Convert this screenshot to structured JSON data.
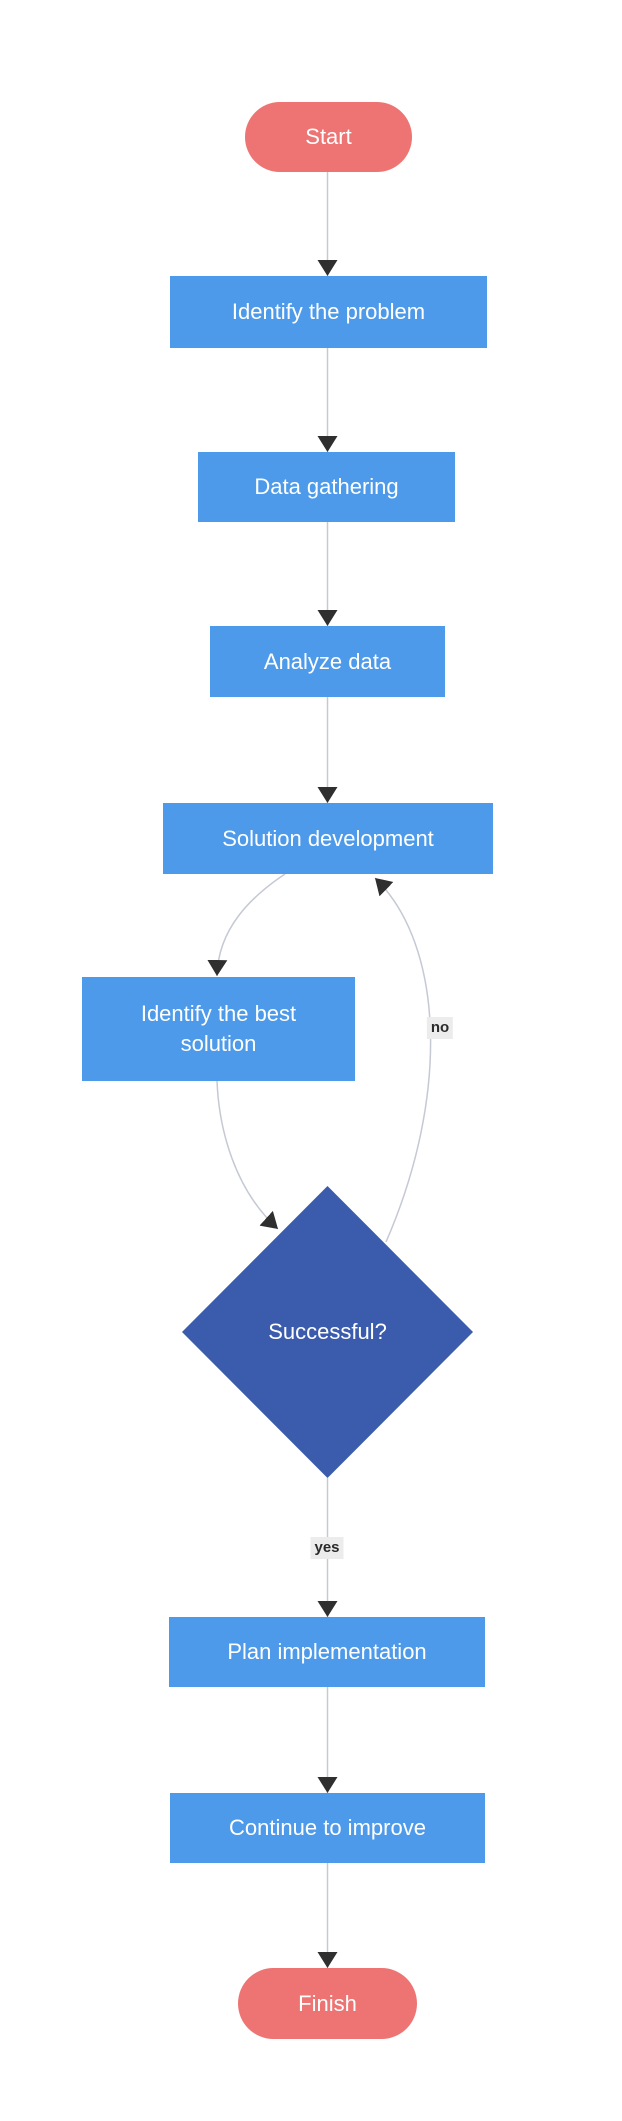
{
  "diagram": {
    "type": "flowchart",
    "nodes": [
      {
        "id": "start",
        "shape": "terminator",
        "label": "Start"
      },
      {
        "id": "identify-the-problem",
        "shape": "process",
        "label": "Identify the problem"
      },
      {
        "id": "data-gathering",
        "shape": "process",
        "label": "Data gathering"
      },
      {
        "id": "analyze-data",
        "shape": "process",
        "label": "Analyze data"
      },
      {
        "id": "solution-development",
        "shape": "process",
        "label": "Solution development"
      },
      {
        "id": "identify-the-best-solution",
        "shape": "process",
        "label": "Identify the best solution"
      },
      {
        "id": "successful",
        "shape": "decision",
        "label": "Successful?"
      },
      {
        "id": "plan-implementation",
        "shape": "process",
        "label": "Plan implementation"
      },
      {
        "id": "continue-to-improve",
        "shape": "process",
        "label": "Continue to improve"
      },
      {
        "id": "finish",
        "shape": "terminator",
        "label": "Finish"
      }
    ],
    "edge_labels": {
      "no": "no",
      "yes": "yes"
    },
    "colors": {
      "process_fill": "#4E9AEA",
      "decision_fill": "#3B5CAC",
      "terminator_fill": "#ED7472",
      "node_text": "#FFFFFF",
      "connector_line": "#C5C9D4",
      "arrowhead": "#2F2F2F",
      "edge_label_text": "#2B2B2B",
      "edge_label_background": "#ECECEC",
      "canvas_background": "#FFFFFF"
    }
  }
}
